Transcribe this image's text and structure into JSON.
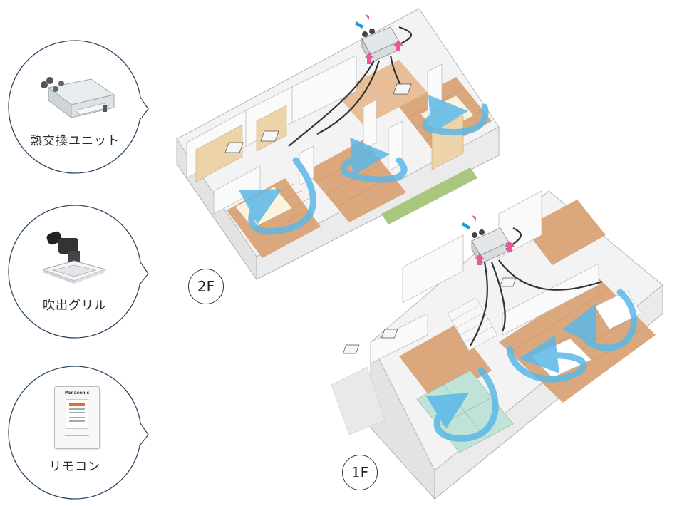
{
  "components": [
    {
      "id": "heat-exchange-unit",
      "label": "熱交換ユニット"
    },
    {
      "id": "outlet-grille",
      "label": "吹出グリル"
    },
    {
      "id": "remote-control",
      "label": "リモコン"
    }
  ],
  "floors": {
    "upper": "2F",
    "lower": "1F"
  },
  "colors": {
    "airflow": "#5bb8e8",
    "intake_arrow": "#1e9bd7",
    "exhaust_arrow": "#e8589a",
    "floor_wood": "#dba77c",
    "wall": "#f4f4f4",
    "tatami": "#bfe3d6",
    "bubble_border": "#2e4a66"
  },
  "icons": [
    "remote-brand-text"
  ],
  "remote": {
    "brand": "Panasonic"
  }
}
